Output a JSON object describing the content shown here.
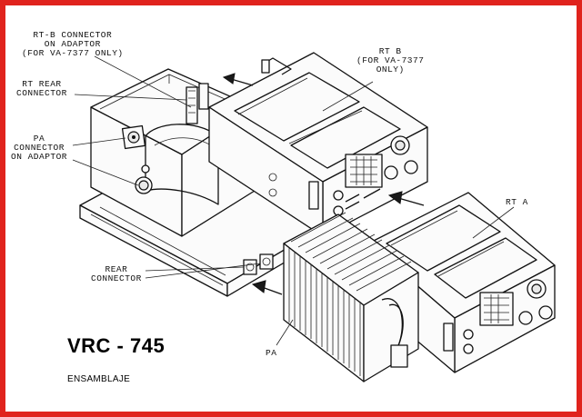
{
  "diagram": {
    "title": "VRC - 745",
    "subtitle": "ENSAMBLAJE",
    "labels": {
      "rt_b_connector": "RT-B CONNECTOR\nON ADAPTOR\n(FOR VA-7377 ONLY)",
      "rt_rear_connector": "RT REAR\nCONNECTOR",
      "pa_connector": "PA\nCONNECTOR\nON ADAPTOR",
      "rt_b": "RT B\n(FOR VA-7377\nONLY)",
      "rt_a": "RT A",
      "rear_connector": "REAR\nCONNECTOR",
      "pa": "PA"
    }
  },
  "colors": {
    "frame": "#e0231d",
    "ink": "#111111",
    "paper": "#ffffff"
  }
}
